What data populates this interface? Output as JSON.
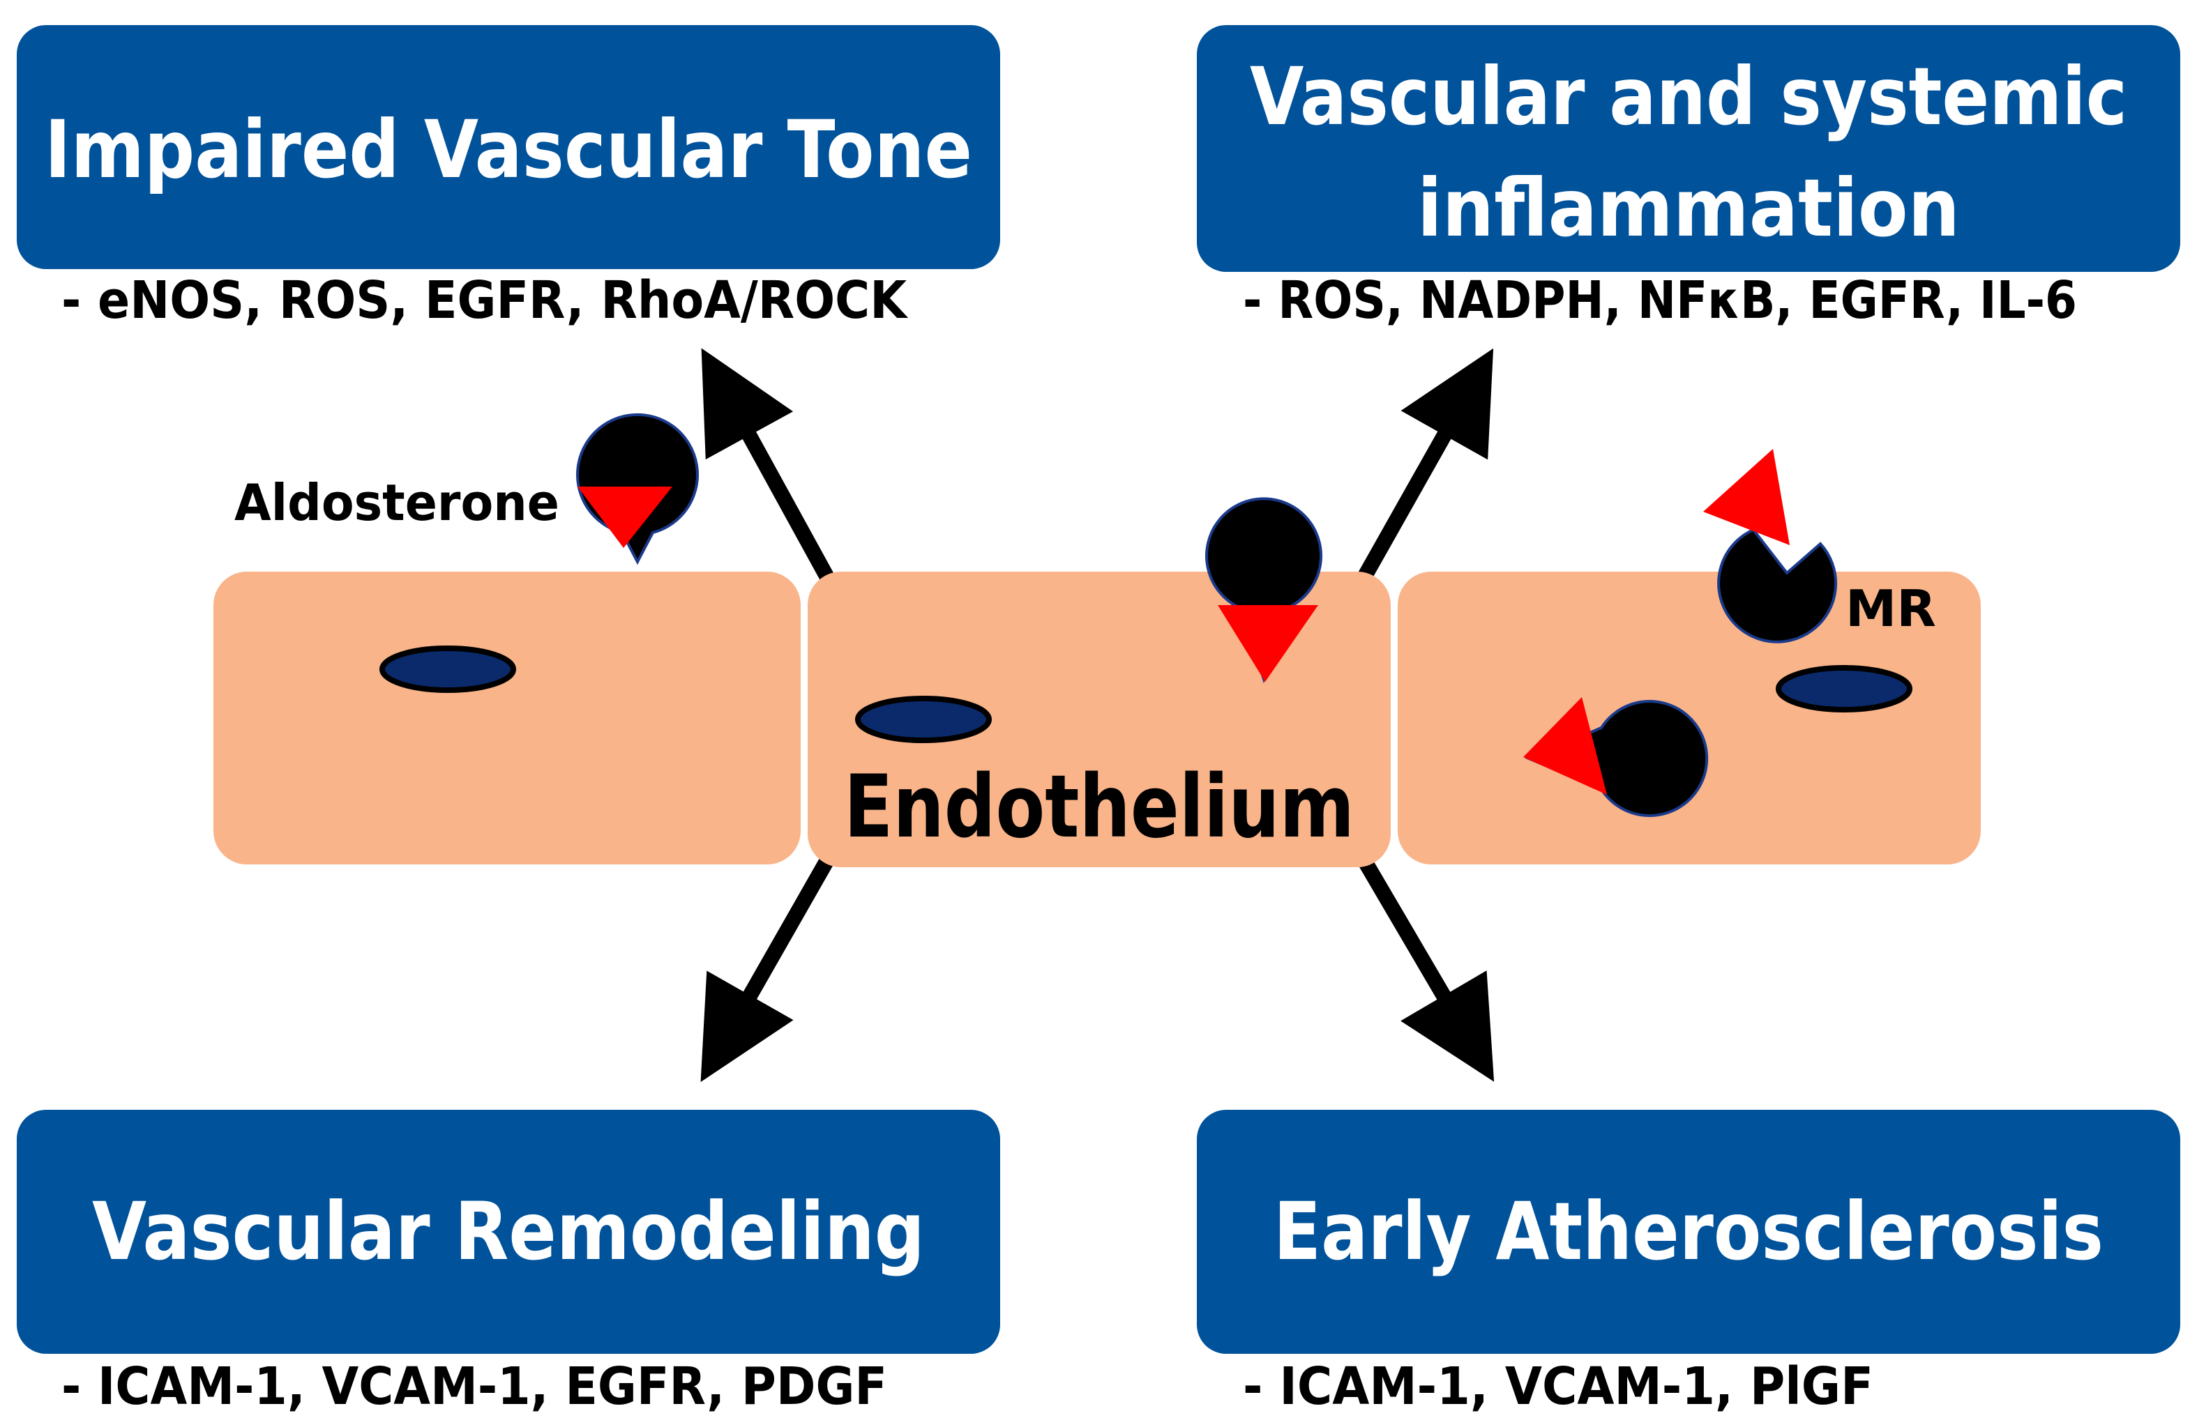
{
  "colors": {
    "box_fill": "#00529B",
    "box_text": "#ffffff",
    "cell_fill": "#F9B48A",
    "nucleus_fill": "#0B2A6B",
    "receptor_fill": "#000000",
    "ligand_fill": "#FF0000",
    "arrow_color": "#000000"
  },
  "boxes": {
    "impaired_vascular_tone": {
      "title": "Impaired Vascular Tone",
      "markers": "- eNOS, ROS, EGFR, RhoA/ROCK"
    },
    "inflammation": {
      "title_line1": "Vascular and systemic",
      "title_line2": "inflammation",
      "markers": "- ROS, NADPH, NFκB, EGFR, IL-6"
    },
    "vascular_remodeling": {
      "title": "Vascular Remodeling",
      "markers": "- ICAM-1, VCAM-1, EGFR, PDGF"
    },
    "early_atherosclerosis": {
      "title": "Early Atherosclerosis",
      "markers": "- ICAM-1, VCAM-1, PlGF"
    }
  },
  "labels": {
    "aldosterone": "Aldosterone",
    "endothelium": "Endothelium",
    "mr": "MR"
  },
  "icons": {
    "receptor": "mineralocorticoid-receptor-icon",
    "ligand": "aldosterone-triangle-icon",
    "nucleus": "nucleus-icon",
    "arrow": "arrow-icon"
  }
}
